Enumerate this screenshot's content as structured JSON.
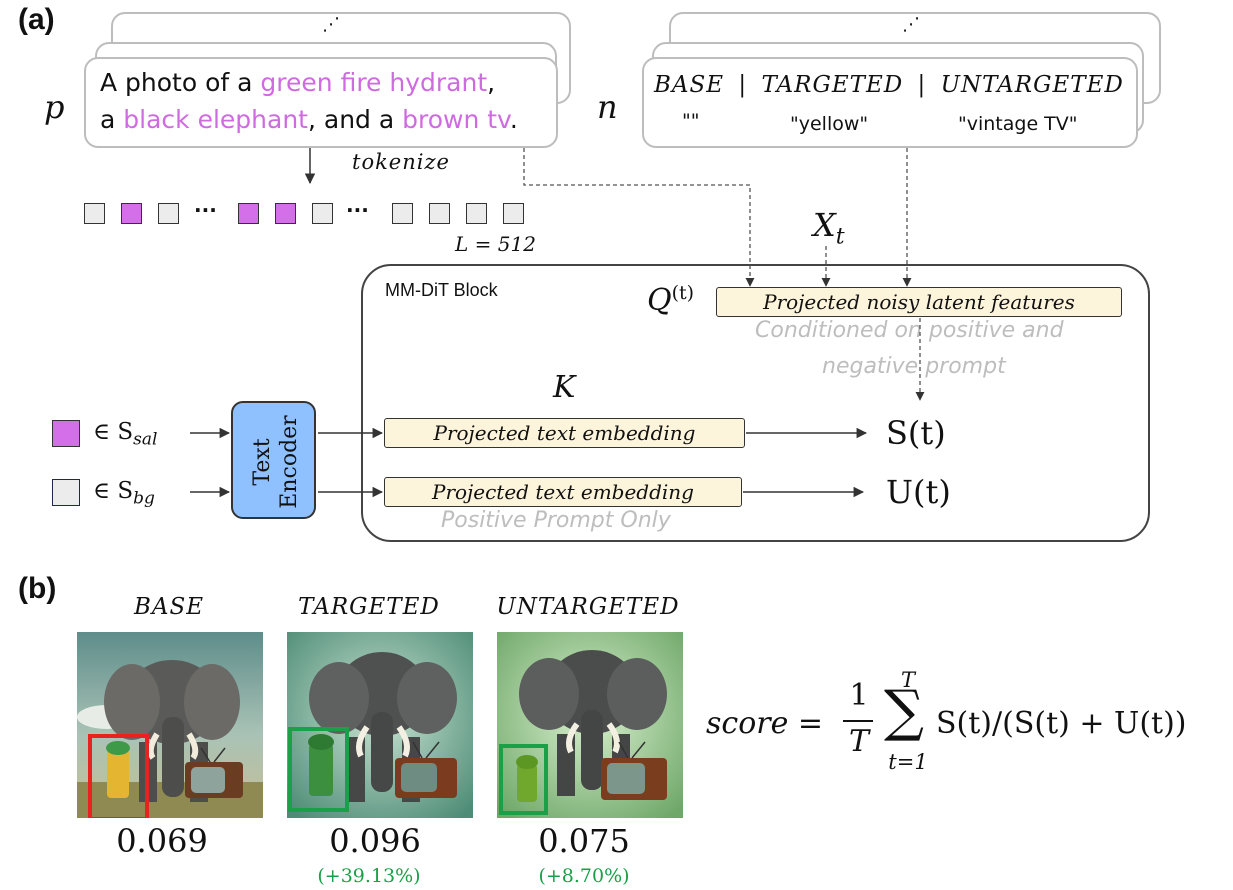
{
  "panels": {
    "a": "(a)",
    "b": "(b)"
  },
  "prompt": {
    "symbol": "p",
    "ellipsis": "⋰",
    "line1_plain": "A photo of a ",
    "line1_color": "green fire hydrant",
    "line1_end": ",",
    "line2_a": "a ",
    "line2_color1": "black elephant",
    "line2_b": ", and a ",
    "line2_color2": "brown tv",
    "line2_end": "."
  },
  "tokenize_label": "tokenize",
  "token_dots_1": "···",
  "token_dots_2": "···",
  "length_label": "L = 512",
  "negative": {
    "symbol": "n",
    "ellipsis": "⋰",
    "base": "BASE",
    "sep1": "|",
    "targeted": "TARGETED",
    "sep2": "|",
    "untargeted": "UNTARGETED",
    "base_value": "\"\"",
    "targeted_value": "\"yellow\"",
    "untargeted_value": "\"vintage TV\""
  },
  "xt_label": "X",
  "xt_sub": "t",
  "block": {
    "title": "MM-DiT Block",
    "q_label": "Q",
    "q_sup": "(t)",
    "noisy_features": "Projected noisy latent features",
    "conditioned_note_1": "Conditioned on positive and",
    "conditioned_note_2": "negative prompt",
    "k_label": "K",
    "text_embedding_1": "Projected text embedding",
    "text_embedding_2": "Projected text embedding",
    "positive_only": "Positive Prompt Only",
    "s_out": "S(t)",
    "u_out": "U(t)"
  },
  "encoder": {
    "line1": "Text",
    "line2": "Encoder"
  },
  "sets": {
    "sal_prefix": "∈ S",
    "sal_sub": "sal",
    "bg_prefix": "∈ S",
    "bg_sub": "bg"
  },
  "results": [
    {
      "condition": "BASE",
      "score": "0.069",
      "delta": ""
    },
    {
      "condition": "TARGETED",
      "score": "0.096",
      "delta": "(+39.13%)"
    },
    {
      "condition": "UNTARGETED",
      "score": "0.075",
      "delta": "(+8.70%)"
    }
  ],
  "formula": {
    "lhs": "score =",
    "frac_num": "1",
    "frac_den": "T",
    "sum_top": "T",
    "sum_bottom": "t=1",
    "body": "S(t)/(S(t) + U(t))"
  },
  "colors": {
    "salient": "#d56ee9",
    "background": "#ececec",
    "encoder": "#8fc0ff",
    "feature": "#fdf4dc",
    "bbox_base": "#e8231f",
    "bbox_improved": "#1aa046"
  }
}
